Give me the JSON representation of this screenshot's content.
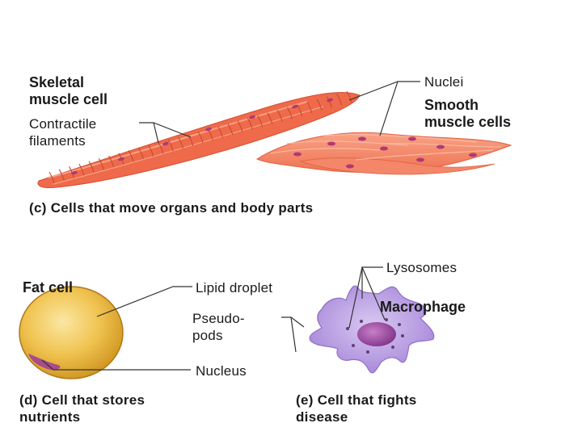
{
  "labels": {
    "skeletal_muscle_cell": "Skeletal\nmuscle cell",
    "contractile_filaments": "Contractile\nfilaments",
    "nuclei": "Nuclei",
    "smooth_muscle_cells": "Smooth\nmuscle cells",
    "fat_cell": "Fat cell",
    "lipid_droplet": "Lipid droplet",
    "nucleus": "Nucleus",
    "lysosomes": "Lysosomes",
    "macrophage": "Macrophage",
    "pseudopods": "Pseudo-\npods"
  },
  "captions": {
    "c": "(c) Cells that move organs and body parts",
    "d": "(d) Cell that stores\n      nutrients",
    "e": "(e) Cell that fights\n      disease"
  },
  "colors": {
    "muscle_fill": "#ee6a4a",
    "muscle_stripe": "#f7a184",
    "muscle_nucleus": "#b03a73",
    "smooth_fill": "#f58a6a",
    "fat_fill": "#e8b43a",
    "fat_highlight": "#fbe7a3",
    "fat_nucleus": "#a84b8c",
    "macrophage_fill": "#b89be0",
    "macrophage_nucleus": "#8e3f96",
    "leader_line": "#333333"
  }
}
